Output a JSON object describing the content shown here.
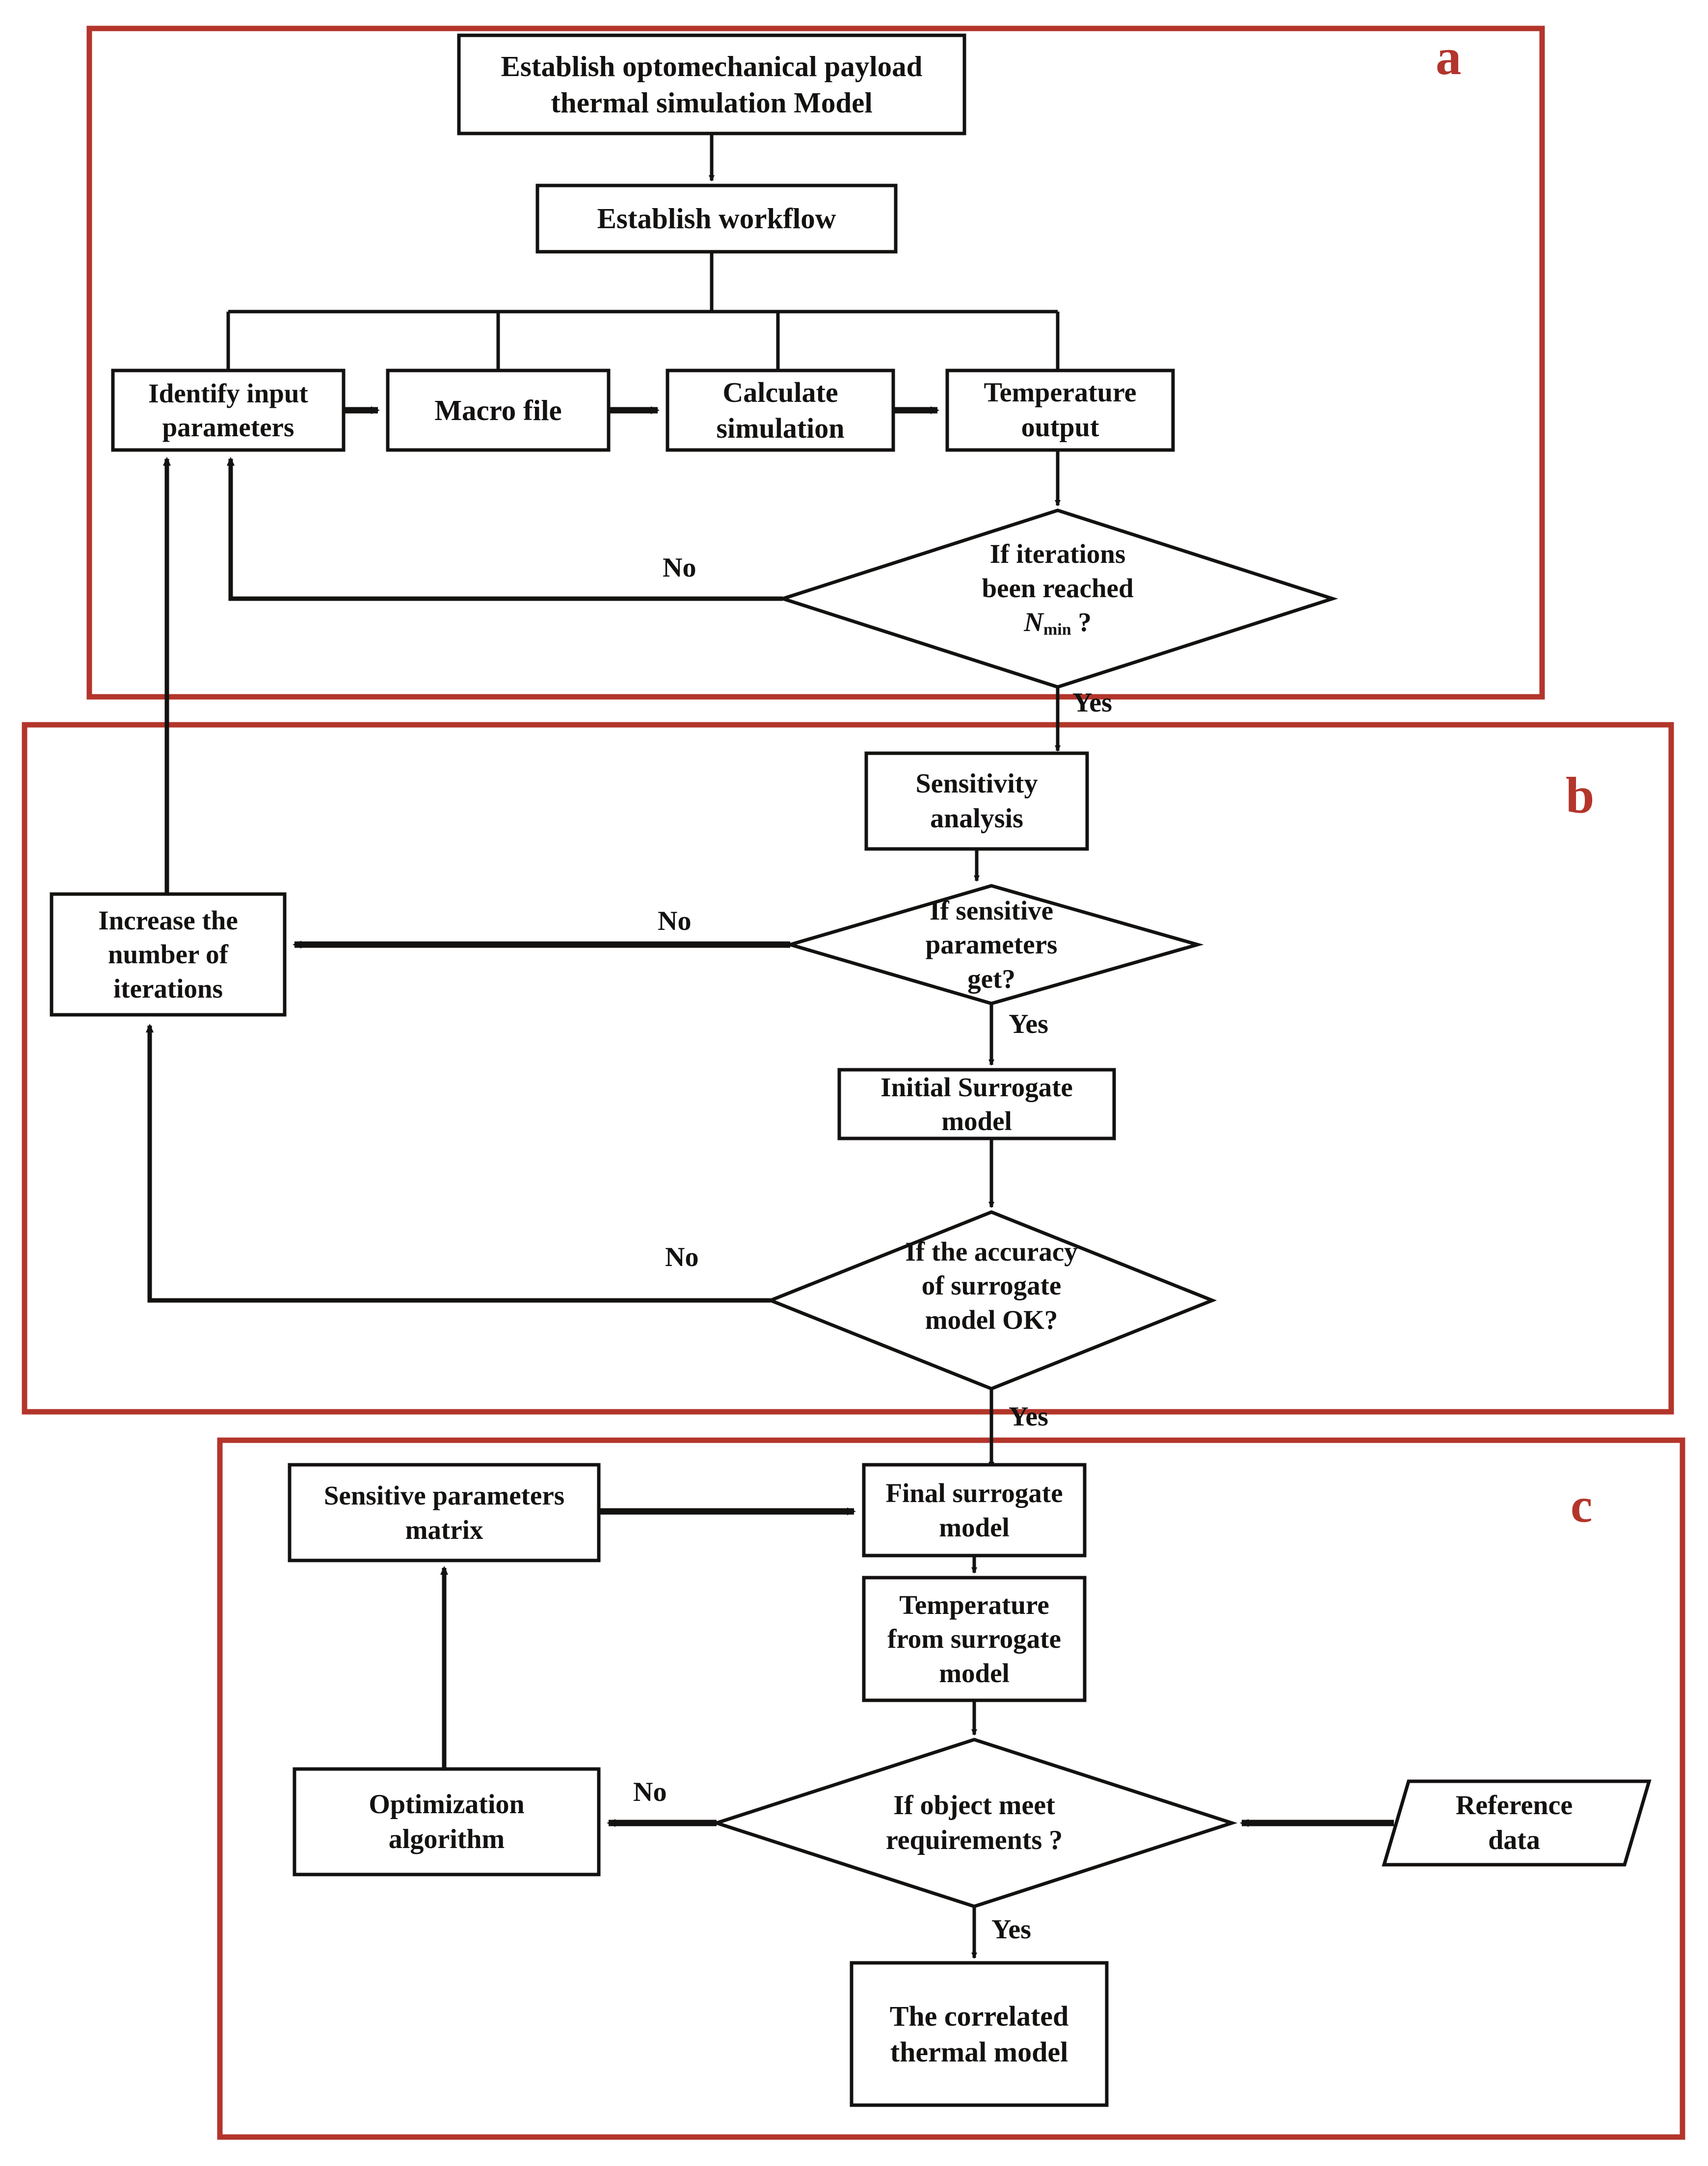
{
  "figure": {
    "kind": "flowchart",
    "panels": [
      {
        "id": "a",
        "label": "a",
        "label_color": "#b3352b"
      },
      {
        "id": "b",
        "label": "b",
        "label_color": "#b3352b"
      },
      {
        "id": "c",
        "label": "c",
        "label_color": "#b3352b"
      }
    ],
    "colors": {
      "panel_border": "#b3352b",
      "node_stroke": "#141210",
      "node_fill": "#ffffff",
      "text": "#141210"
    }
  },
  "nodes": {
    "establish_model": {
      "text": "Establish  optomechanical payload\nthermal simulation Model",
      "shape": "rect"
    },
    "establish_workflow": {
      "text": "Establish  workflow",
      "shape": "rect"
    },
    "identify_inputs": {
      "text": "Identify input\nparameters",
      "shape": "rect"
    },
    "macro_file": {
      "text": "Macro  file",
      "shape": "rect"
    },
    "calculate_sim": {
      "text": "Calculate\nsimulation",
      "shape": "rect"
    },
    "temperature_output": {
      "text": "Temperature\noutput",
      "shape": "rect"
    },
    "iterations_check": {
      "text": "If iterations\nbeen  reached",
      "text_tail": " ?",
      "symbol": "N",
      "symbol_sub": "min",
      "shape": "diamond"
    },
    "sensitivity": {
      "text": "Sensitivity\nanalysis",
      "shape": "rect"
    },
    "sensitive_check": {
      "text": "If sensitive\nparameters\nget?",
      "shape": "diamond"
    },
    "initial_surrogate": {
      "text": "Initial Surrogate\nmodel",
      "shape": "rect"
    },
    "accuracy_check": {
      "text": "If the  accuracy\nof surrogate\nmodel OK?",
      "shape": "diamond"
    },
    "increase_iters": {
      "text": "Increase the\nnumber of\niterations",
      "shape": "rect"
    },
    "sensitive_matrix": {
      "text": "Sensitive parameters\nmatrix",
      "shape": "rect"
    },
    "final_surrogate": {
      "text": "Final surrogate\nmodel",
      "shape": "rect"
    },
    "temp_from_surrogate": {
      "text": "Temperature\nfrom surrogate\nmodel",
      "shape": "rect"
    },
    "object_check": {
      "text": "If  object meet\nrequirements ?",
      "shape": "diamond"
    },
    "optimization_algo": {
      "text": "Optimization\nalgorithm",
      "shape": "rect"
    },
    "reference_data": {
      "text": "Reference\ndata",
      "shape": "parallelogram"
    },
    "correlated_model": {
      "text": "The  correlated\nthermal model",
      "shape": "rect"
    }
  },
  "edge_labels": {
    "iterations_no": "No",
    "iterations_yes": "Yes",
    "sensitive_no": "No",
    "sensitive_yes": "Yes",
    "accuracy_no": "No",
    "accuracy_yes": "Yes",
    "object_no": "No",
    "object_yes": "Yes"
  }
}
